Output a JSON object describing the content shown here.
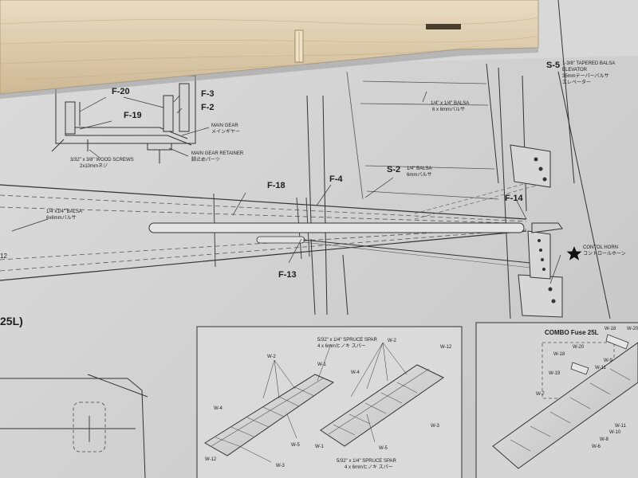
{
  "parts": {
    "f20": "F-20",
    "f19": "F-19",
    "f3": "F-3",
    "f2": "F-2",
    "f18": "F-18",
    "f4": "F-4",
    "f14": "F-14",
    "f13": "F-13",
    "s2": "S-2",
    "s5": "S-5"
  },
  "notes": {
    "main_gear": "MAIN GEAR",
    "main_gear_jp": "メインギヤー",
    "retainer": "MAIN GEAR RETAINER",
    "retainer_jp": "脚止めパーツ",
    "wood_screws": "3/32\" x 3/8\" WOOD SCREWS",
    "wood_screws_jp": "2x10mmネジ",
    "balsa_quarter": "1/4\" x 1/4\" BALSA",
    "balsa_quarter_jp": "6 x 6mmバルサ",
    "s2_balsa": "1/4\" BALSA",
    "s2_balsa_jp": "6mmバルサ",
    "s5_line1": "1-3/8\" TAPERED BALSA",
    "s5_line2": "ELEVATOR",
    "s5_line3": "35mmテーパーバルサ",
    "s5_line4": "エレベーター",
    "left_balsa": "1/4\"x1/4\" BALSA",
    "left_balsa_jp": "6x6mmバルサ",
    "horn": "CONTOL HORN",
    "horn_jp": "コントロールホーン",
    "edge_num": "12",
    "edge_25l": "25L)"
  },
  "wing": {
    "spar_top": "5/32\" x 1/4\" SPRUCE SPAR",
    "spar_top_jp": "4 x 6mmヒノキ スパー",
    "spar_bottom": "5/32\" x 1/4\" SPRUCE SPAR",
    "spar_bottom_jp": "4 x 6mmヒノキ スパー",
    "w1": "W-1",
    "w2": "W-2",
    "w3": "W-3",
    "w4": "W-4",
    "w5": "W-5",
    "w12": "W-12"
  },
  "combo": {
    "title": "COMBO Fuse 25L",
    "w18": "W-18",
    "w20": "W-20",
    "w19": "W-19",
    "w9": "W-9",
    "w11": "W-11",
    "w7": "W-7",
    "w10": "W-10",
    "w8": "W-8",
    "w6": "W-6"
  }
}
